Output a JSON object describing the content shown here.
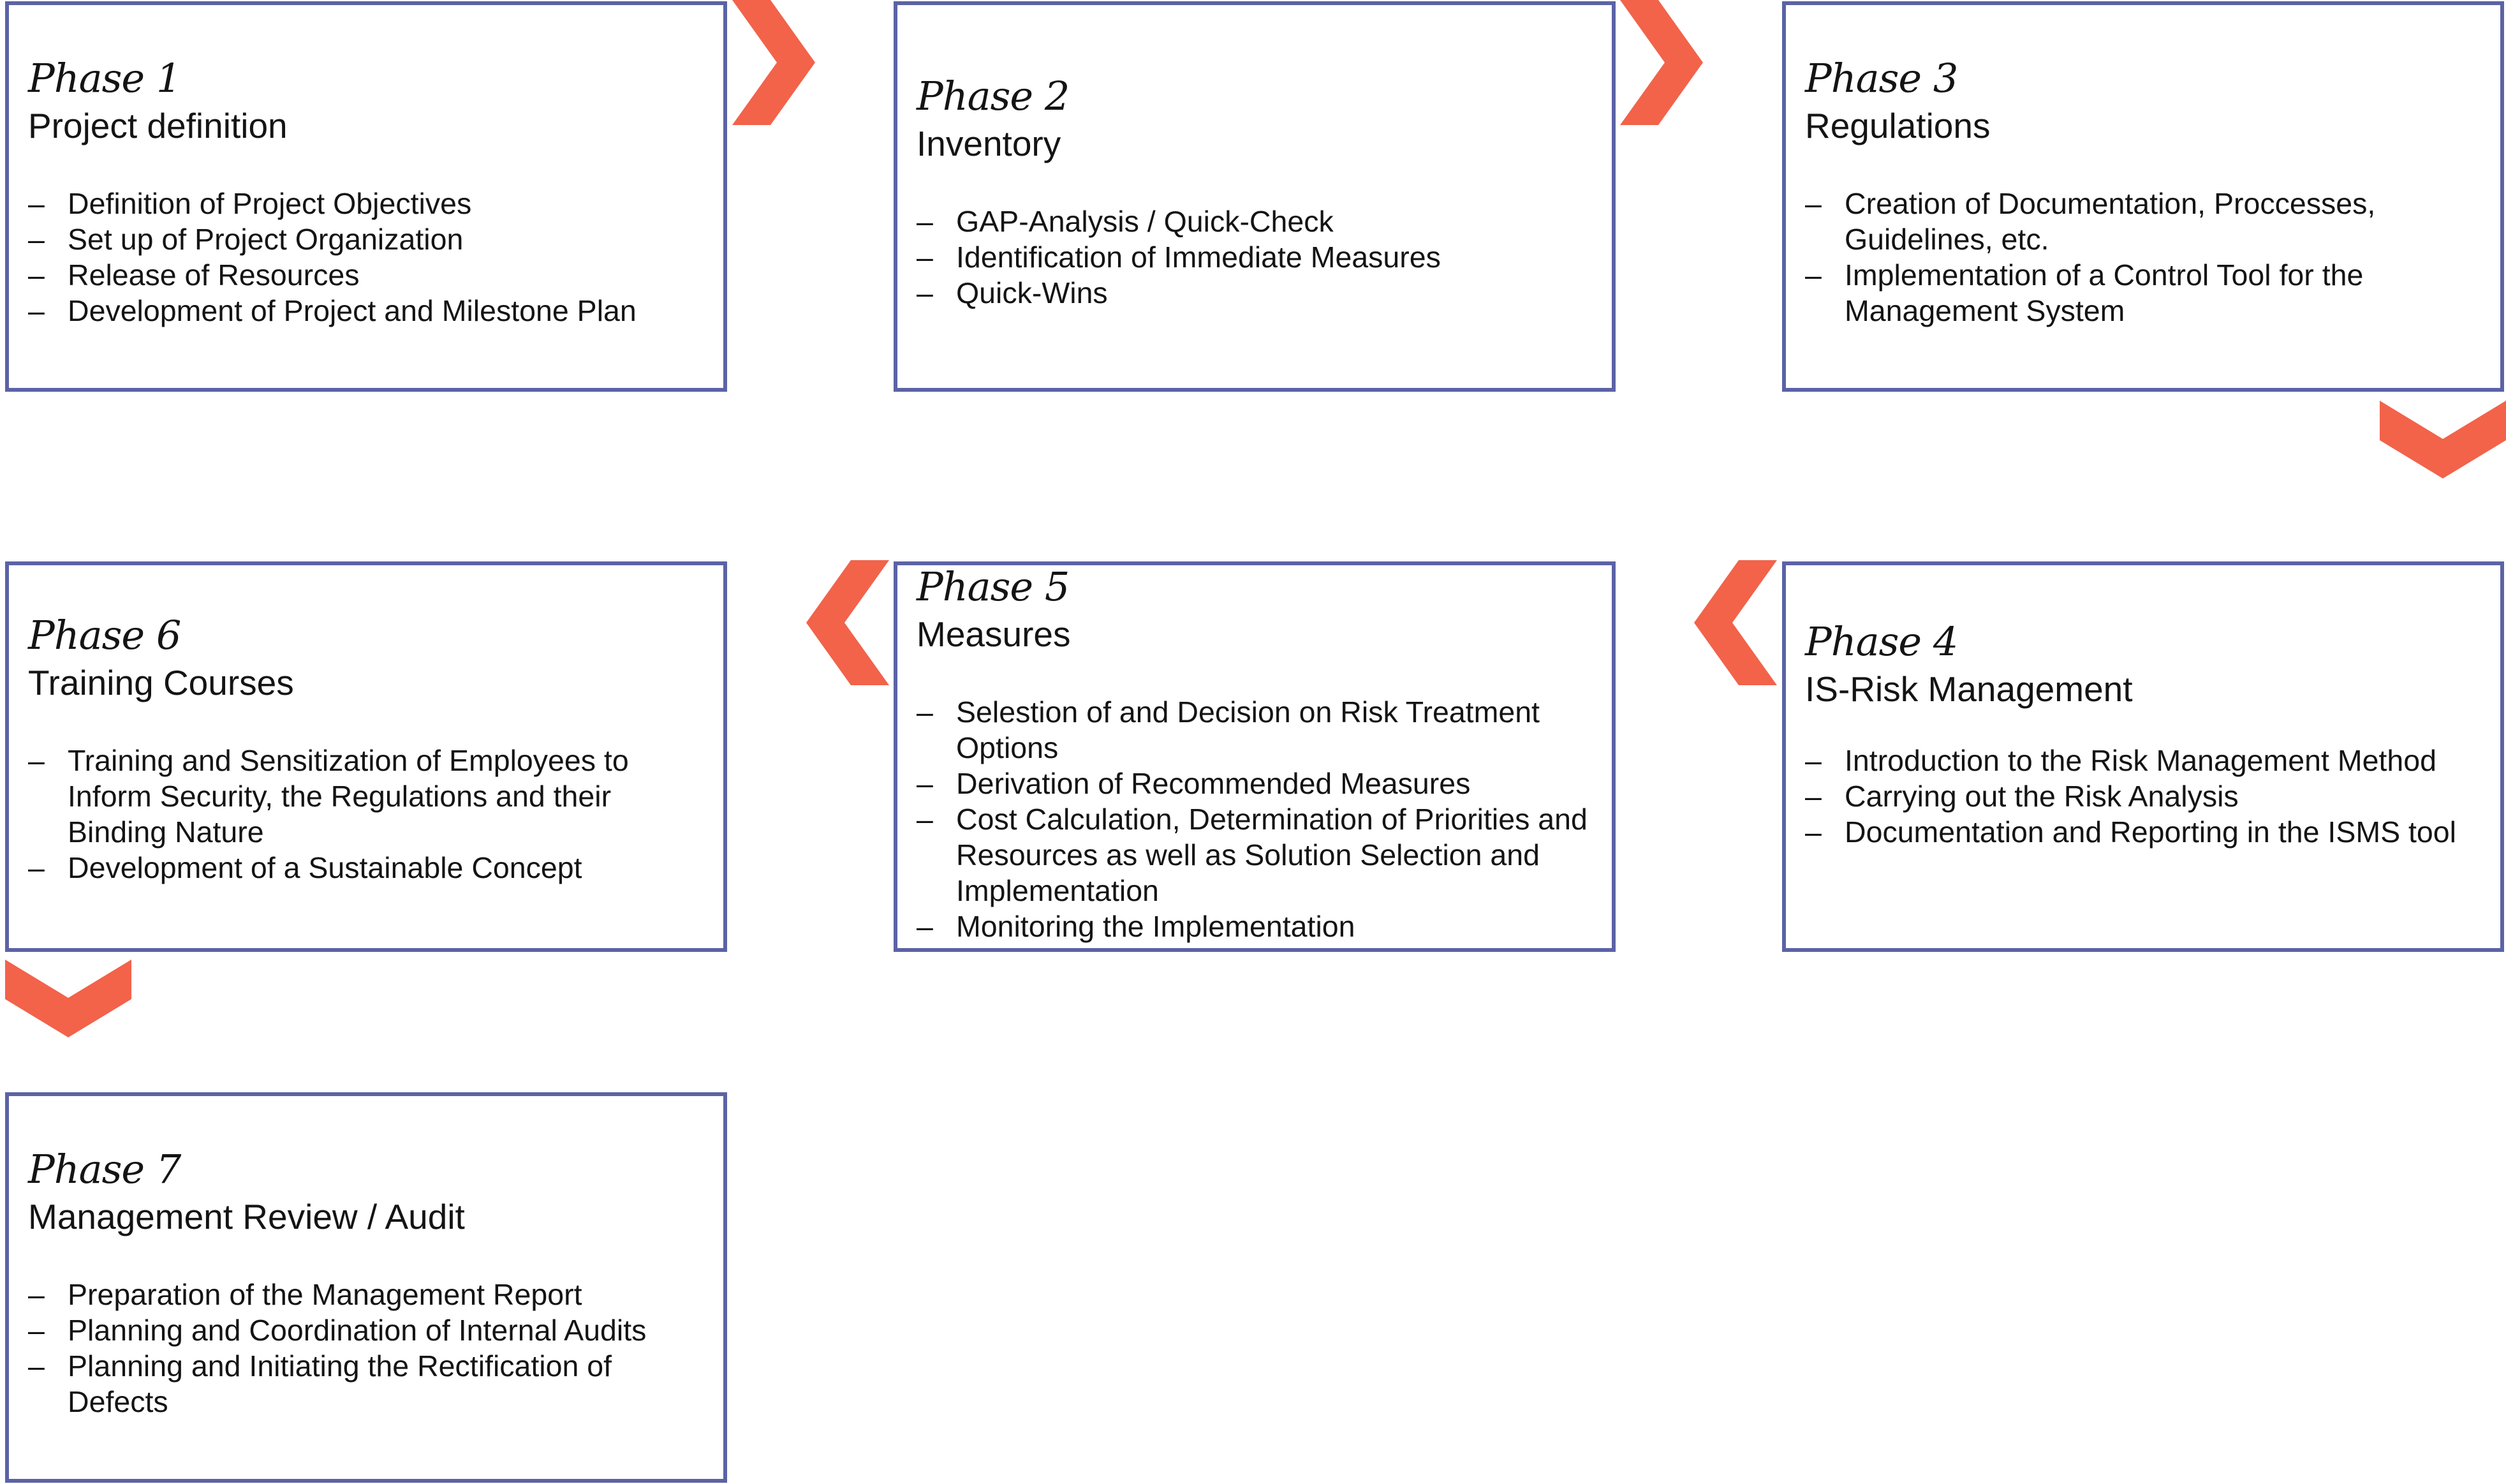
{
  "phases": [
    {
      "label": "Phase 1",
      "title": "Project definition",
      "items": [
        "Definition of  Project Objectives",
        "Set up of Project Organization",
        "Release of Resources",
        "Development of Project and Milestone Plan"
      ]
    },
    {
      "label": "Phase 2",
      "title": "Inventory",
      "items": [
        "GAP-Analysis / Quick-Check",
        "Identification of Immediate Measures",
        "Quick-Wins"
      ]
    },
    {
      "label": "Phase 3",
      "title": "Regulations",
      "items": [
        "Creation of Documentation, Proccesses, Guidelines, etc.",
        "Implementation of a Control Tool for the Management System"
      ]
    },
    {
      "label": "Phase 4",
      "title": "IS-Risk Management",
      "items": [
        "Introduction to the Risk Management Method",
        "Carrying out the Risk Analysis",
        "Documentation and Reporting in the ISMS tool"
      ]
    },
    {
      "label": "Phase 5",
      "title": "Measures",
      "items": [
        "Selestion of and Decision on Risk Treatment Options",
        "Derivation of Recommended Measures",
        "Cost Calculation, Determination of Priorities and Resources as well as Solution Selection and Implementation",
        "Monitoring the Implementation"
      ]
    },
    {
      "label": "Phase 6",
      "title": "Training Courses",
      "items": [
        "Training and Sensitization of Employees to Inform Security, the Regulations and their Binding Nature",
        "Development of a Sustainable Concept"
      ]
    },
    {
      "label": "Phase 7",
      "title": "Management Review / Audit",
      "items": [
        "Preparation of the Management Report",
        "Planning and Coordination of Internal Audits",
        "Planning and Initiating the Rectification of Defects"
      ]
    }
  ],
  "list_marker": "–",
  "colors": {
    "box_border": "#5b63a6",
    "arrow": "#f2634a",
    "text": "#141414"
  },
  "arrows": [
    {
      "from": "Phase 1",
      "to": "Phase 2",
      "direction": "right",
      "icon": "chevron-right-icon"
    },
    {
      "from": "Phase 2",
      "to": "Phase 3",
      "direction": "right",
      "icon": "chevron-right-icon"
    },
    {
      "from": "Phase 3",
      "to": "Phase 4",
      "direction": "down",
      "icon": "chevron-down-icon"
    },
    {
      "from": "Phase 4",
      "to": "Phase 5",
      "direction": "left",
      "icon": "chevron-left-icon"
    },
    {
      "from": "Phase 5",
      "to": "Phase 6",
      "direction": "left",
      "icon": "chevron-left-icon"
    },
    {
      "from": "Phase 6",
      "to": "Phase 7",
      "direction": "down",
      "icon": "chevron-down-icon"
    }
  ]
}
